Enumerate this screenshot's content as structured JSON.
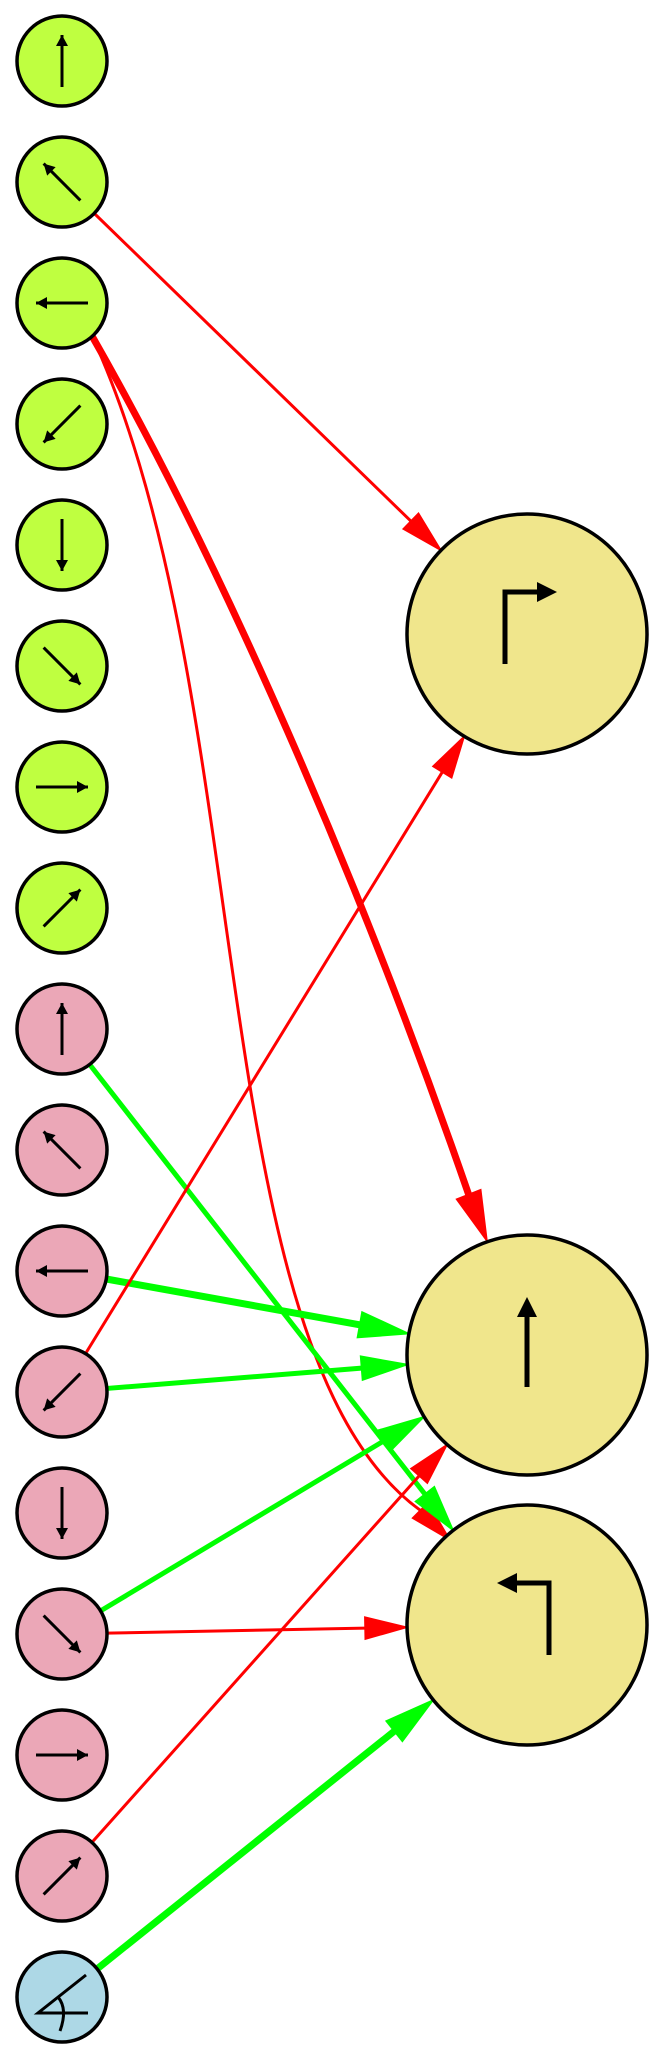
{
  "colors": {
    "background": "#ffffff",
    "input_green": "#bfff40",
    "input_pink": "#eba7b7",
    "input_blue": "#add8e6",
    "output": "#f0e68c",
    "stroke": "#000000",
    "excitatory": "#00ff00",
    "inhibitory": "#ff0000"
  },
  "nodes": [
    {
      "id": "g-up",
      "group": "green",
      "icon": "arrow-up-icon"
    },
    {
      "id": "g-upleft",
      "group": "green",
      "icon": "arrow-up-left-icon"
    },
    {
      "id": "g-left",
      "group": "green",
      "icon": "arrow-left-icon"
    },
    {
      "id": "g-downleft",
      "group": "green",
      "icon": "arrow-down-left-icon"
    },
    {
      "id": "g-down",
      "group": "green",
      "icon": "arrow-down-icon"
    },
    {
      "id": "g-downright",
      "group": "green",
      "icon": "arrow-down-right-icon"
    },
    {
      "id": "g-right",
      "group": "green",
      "icon": "arrow-right-icon"
    },
    {
      "id": "g-upright",
      "group": "green",
      "icon": "arrow-up-right-icon"
    },
    {
      "id": "p-up",
      "group": "pink",
      "icon": "arrow-up-icon"
    },
    {
      "id": "p-upleft",
      "group": "pink",
      "icon": "arrow-up-left-icon"
    },
    {
      "id": "p-left",
      "group": "pink",
      "icon": "arrow-left-icon"
    },
    {
      "id": "p-downleft",
      "group": "pink",
      "icon": "arrow-down-left-icon"
    },
    {
      "id": "p-down",
      "group": "pink",
      "icon": "arrow-down-icon"
    },
    {
      "id": "p-downright",
      "group": "pink",
      "icon": "arrow-down-right-icon"
    },
    {
      "id": "p-right",
      "group": "pink",
      "icon": "arrow-right-icon"
    },
    {
      "id": "p-upright",
      "group": "pink",
      "icon": "arrow-up-right-icon"
    },
    {
      "id": "b-angle",
      "group": "blue",
      "icon": "angle-icon"
    },
    {
      "id": "out-turn-right",
      "group": "output",
      "icon": "turn-right-icon"
    },
    {
      "id": "out-forward",
      "group": "output",
      "icon": "forward-icon"
    },
    {
      "id": "out-turn-left",
      "group": "output",
      "icon": "turn-left-icon"
    }
  ],
  "edges": [
    {
      "from": "g-upleft",
      "to": "out-turn-right",
      "kind": "inhibitory",
      "weight": "thin"
    },
    {
      "from": "g-left",
      "to": "out-forward",
      "kind": "inhibitory",
      "weight": "thick"
    },
    {
      "from": "g-left",
      "to": "out-turn-left",
      "kind": "inhibitory",
      "weight": "thin"
    },
    {
      "from": "p-up",
      "to": "out-turn-left",
      "kind": "excitatory",
      "weight": "medium"
    },
    {
      "from": "p-left",
      "to": "out-forward",
      "kind": "excitatory",
      "weight": "thick"
    },
    {
      "from": "p-downleft",
      "to": "out-turn-right",
      "kind": "inhibitory",
      "weight": "thin"
    },
    {
      "from": "p-downleft",
      "to": "out-forward",
      "kind": "excitatory",
      "weight": "medium"
    },
    {
      "from": "p-downright",
      "to": "out-forward",
      "kind": "excitatory",
      "weight": "medium"
    },
    {
      "from": "p-downright",
      "to": "out-turn-left",
      "kind": "inhibitory",
      "weight": "thin"
    },
    {
      "from": "p-upright",
      "to": "out-forward",
      "kind": "inhibitory",
      "weight": "thin"
    },
    {
      "from": "b-angle",
      "to": "out-turn-left",
      "kind": "excitatory",
      "weight": "thick"
    }
  ]
}
